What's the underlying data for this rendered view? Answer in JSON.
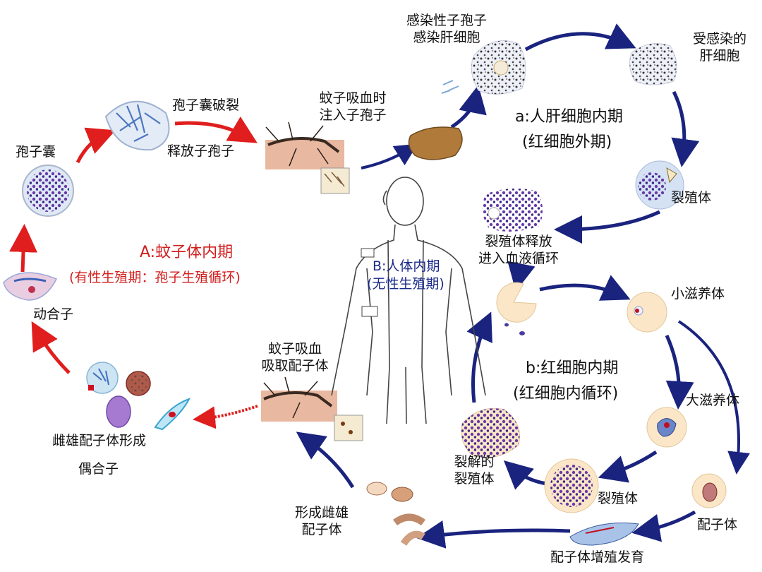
{
  "mosquito_stage": {
    "title": "A:蚊子体内期",
    "subtitle": "(有性生殖期：孢子生殖循环)",
    "oocyst": "孢子囊",
    "oocyst_rupture": "孢子囊破裂",
    "release_sporozoites": "释放子孢子",
    "ookinete": "动合子",
    "gametocytes_form": "雌雄配子体形成",
    "zygote": "偶合子",
    "bite_inject": "蚊子吸血时\n注入子孢子",
    "bite_take": "蚊子吸血\n吸取配子体"
  },
  "human_stage": {
    "title": "B:人体内期",
    "subtitle": "(无性生殖期)"
  },
  "liver_stage": {
    "title": "a:人肝细胞内期",
    "subtitle": "(红细胞外期)",
    "sporozoite_infects": "感染性子孢子\n感染肝细胞",
    "infected_liver_cell": "受感染的\n肝细胞",
    "schizont": "裂殖体",
    "release_to_blood": "裂殖体释放\n进入血液循环"
  },
  "blood_stage": {
    "title": "b:红细胞内期",
    "subtitle": "(红细胞内循环)",
    "small_trophozoite": "小滋养体",
    "large_trophozoite": "大滋养体",
    "schizont": "裂殖体",
    "ruptured_schizont": "裂解的\n裂殖体",
    "gametocyte": "配子体",
    "gametocyte_develop": "配子体增殖发育",
    "form_gametocytes": "形成雌雄\n配子体"
  },
  "colors": {
    "mosquito_arrow": "#e01e1e",
    "human_arrow": "#1a237e",
    "parasite": "#5a3a9a",
    "rbc": "#fbe6c8"
  }
}
